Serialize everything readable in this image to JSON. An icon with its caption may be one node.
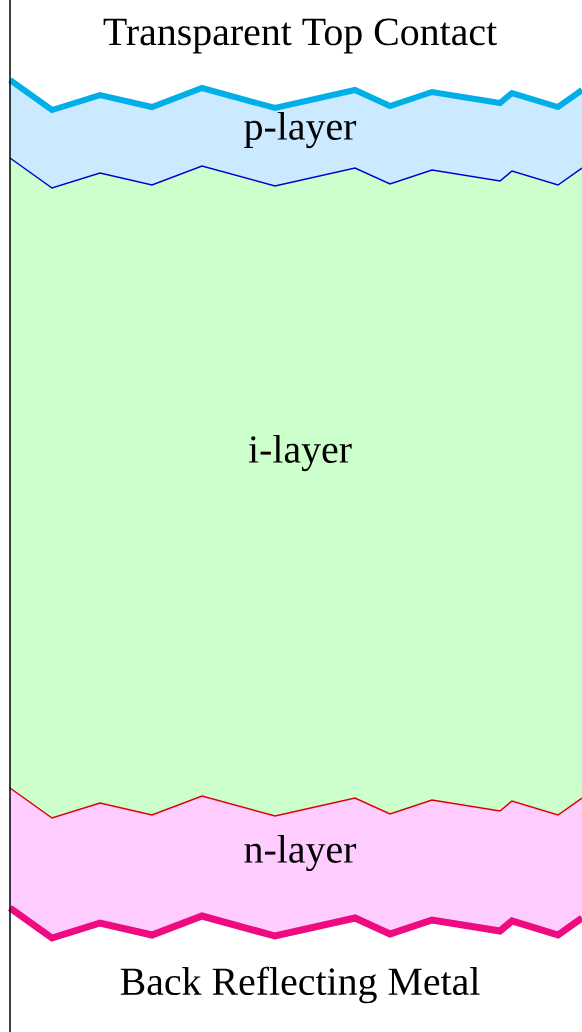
{
  "diagram": {
    "nodes": [
      {
        "text": [
          "Transparent Top Contact"
        ]
      },
      {
        "text": [
          "p-layer"
        ]
      },
      {
        "text": [
          "i-layer"
        ]
      },
      {
        "text": [
          "n-layer"
        ]
      },
      {
        "text": [
          "Back Reflecting Metal"
        ]
      }
    ]
  }
}
